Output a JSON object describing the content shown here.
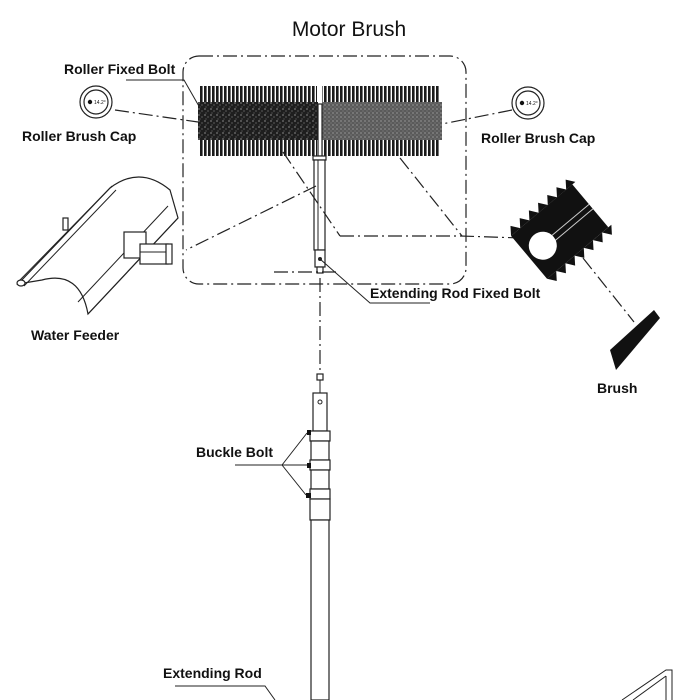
{
  "title": "Motor Brush",
  "labels": {
    "roller_fixed_bolt": "Roller Fixed Bolt",
    "roller_brush_cap_left": "Roller Brush Cap",
    "roller_brush_cap_right": "Roller Brush Cap",
    "extending_rod_fixed_bolt": "Extending Rod Fixed Bolt",
    "water_feeder": "Water Feeder",
    "brush": "Brush",
    "buckle_bolt": "Buckle Bolt",
    "extending_rod": "Extending Rod"
  },
  "colors": {
    "ink": "#111111",
    "background": "#ffffff",
    "bristle": "#1a1a1a",
    "roller_dark": "#222222",
    "roller_light": "#6a6a6a"
  }
}
